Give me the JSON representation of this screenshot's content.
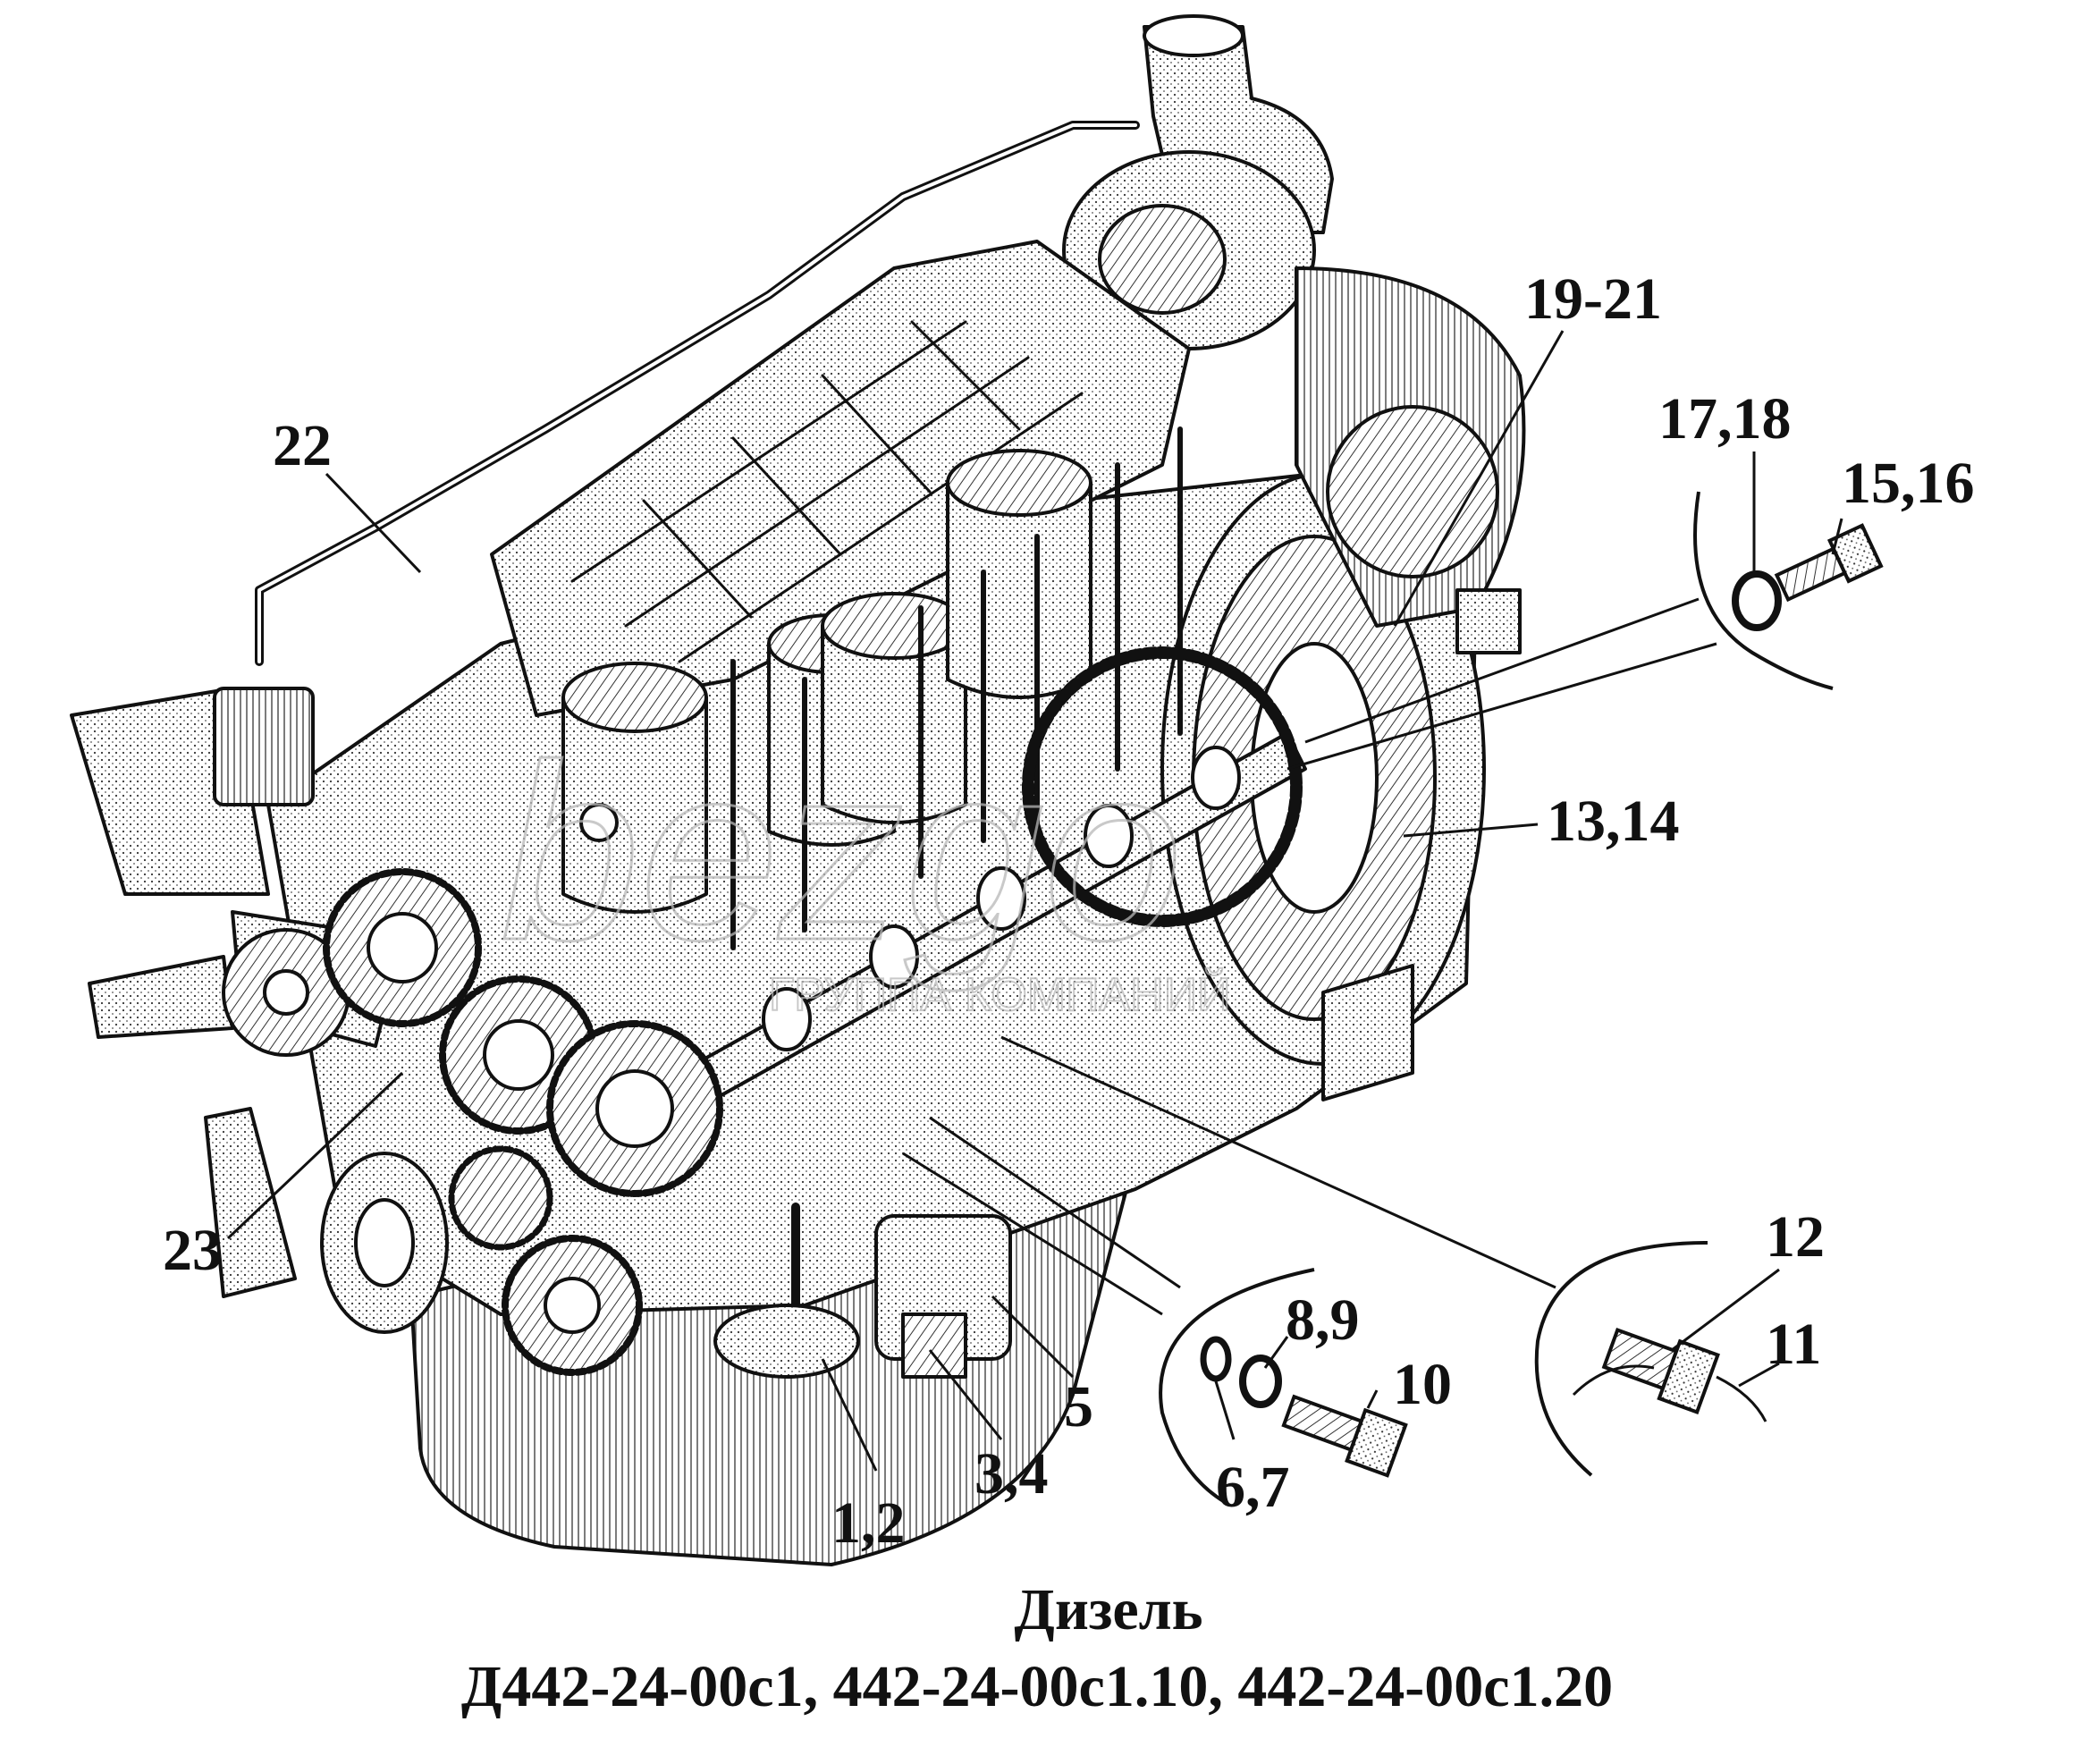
{
  "diagram": {
    "callouts": [
      {
        "id": "c1",
        "text": "19-21"
      },
      {
        "id": "c2",
        "text": "17,18"
      },
      {
        "id": "c3",
        "text": "15,16"
      },
      {
        "id": "c4",
        "text": "22"
      },
      {
        "id": "c5",
        "text": "13,14"
      },
      {
        "id": "c6",
        "text": "23"
      },
      {
        "id": "c7",
        "text": "12"
      },
      {
        "id": "c8",
        "text": "11"
      },
      {
        "id": "c9",
        "text": "8,9"
      },
      {
        "id": "c10",
        "text": "10"
      },
      {
        "id": "c11",
        "text": "5"
      },
      {
        "id": "c12",
        "text": "3,4"
      },
      {
        "id": "c13",
        "text": "6,7"
      },
      {
        "id": "c14",
        "text": "1,2"
      }
    ],
    "caption": {
      "line1": "Дизель",
      "line2": "Д442-24-00с1, 442-24-00с1.10, 442-24-00с1.20"
    },
    "watermark": {
      "text": "bezgo",
      "subtext": "ГРУППА КОМПАНИЙ"
    }
  },
  "colors": {
    "ink": "#111111",
    "background": "#ffffff",
    "watermark": "#b8b8b8"
  }
}
